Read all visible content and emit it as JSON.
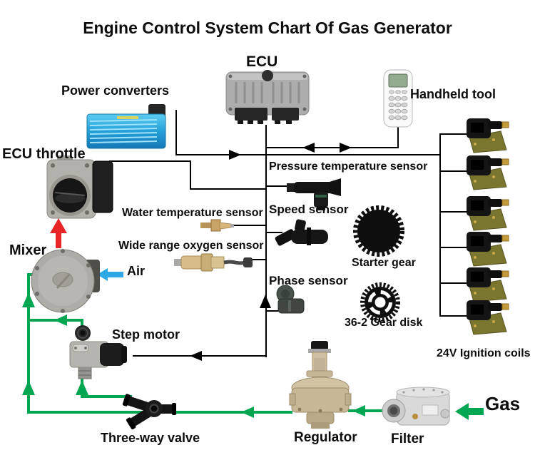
{
  "title": "Engine Control System Chart Of Gas Generator",
  "labels": {
    "ecu": "ECU",
    "power_converters": "Power converters",
    "handheld_tool": "Handheld tool",
    "ecu_throttle": "ECU throttle",
    "pressure_temperature_sensor": "Pressure temperature sensor",
    "water_temperature_sensor": "Water temperature sensor",
    "speed_sensor": "Speed sensor",
    "wide_range_oxygen_sensor": "Wide range oxygen sensor",
    "mixer": "Mixer",
    "air": "Air",
    "phase_sensor": "Phase sensor",
    "starter_gear": "Starter gear",
    "gear_disk": "36-2 Gear disk",
    "ignition_coils": "24V Ignition coils",
    "step_motor": "Step motor",
    "three_way_valve": "Three-way valve",
    "regulator": "Regulator",
    "filter": "Filter",
    "gas": "Gas"
  },
  "ignition_coils": {
    "count": 6
  },
  "colors": {
    "signal_line": "#000000",
    "gas_line": "#00a651",
    "air_arrow": "#2fa8e6",
    "mixture_arrow": "#e8262a",
    "text": "#0d0d0d"
  },
  "connections": [
    "ECU - trunk line down to sensors and step motor",
    "ECU <-> Handheld tool (double arrows)",
    "Power converters -> trunk -> 24V ignition coil bus (6 stubs)",
    "ECU throttle - line to trunk",
    "Pressure temperature sensor, Water temperature sensor, Speed sensor, Wide range oxygen sensor, Phase sensor - stubs to trunk",
    "Trunk -> Step motor (arrow left)",
    "Gas -> Filter -> Regulator -> Three-way valve",
    "Three-way valve -> Step motor (bypass) and -> Mixer (green, arrows up)",
    "Air -> Mixer (blue arrow), Mixer -> ECU throttle (red arrow up)"
  ]
}
